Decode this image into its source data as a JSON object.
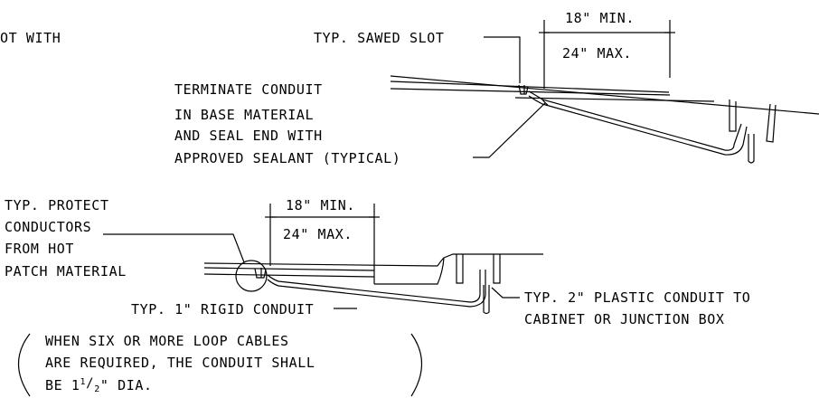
{
  "labels": {
    "top_left_fragment": "OT WITH",
    "sawed_slot": "TYP. SAWED SLOT",
    "dim_top_min": "18\" MIN.",
    "dim_top_max": "24\" MAX.",
    "terminate_1": "TERMINATE CONDUIT",
    "terminate_2": "IN BASE MATERIAL",
    "terminate_3": "AND SEAL END WITH",
    "terminate_4": "APPROVED SEALANT (TYPICAL)",
    "protect_1": "TYP.  PROTECT",
    "protect_2": "CONDUCTORS",
    "protect_3": "FROM HOT",
    "protect_4": "PATCH MATERIAL",
    "dim_bottom_min": "18\" MIN.",
    "dim_bottom_max": "24\" MAX.",
    "rigid_conduit": "TYP. 1\" RIGID  CONDUIT",
    "plastic_1": "TYP. 2\" PLASTIC CONDUIT TO",
    "plastic_2": "CABINET OR JUNCTION BOX",
    "note_1": "WHEN SIX OR MORE LOOP CABLES",
    "note_2": "ARE REQUIRED, THE CONDUIT SHALL",
    "note_3_prefix": "BE 1",
    "note_3_num": "1",
    "note_3_den": "2",
    "note_3_suffix": "\" DIA."
  }
}
